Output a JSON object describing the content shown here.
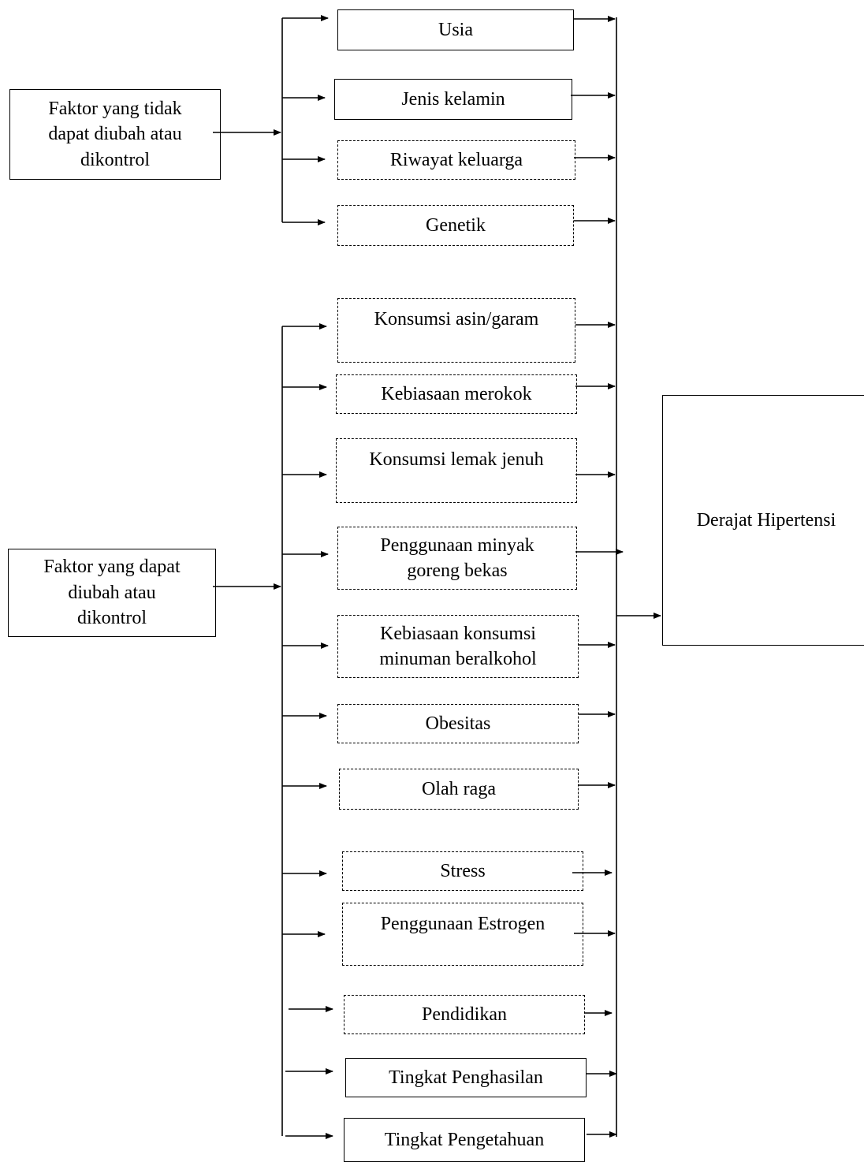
{
  "diagram": {
    "source_fixed": "Faktor  yang tidak\ndapat diubah atau\ndikontrol",
    "source_modifiable": "Faktor yang dapat\ndiubah atau\ndikontrol",
    "target": "Derajat Hipertensi",
    "fixed_factors": [
      {
        "label": "Usia",
        "border": "solid"
      },
      {
        "label": "Jenis  kelamin",
        "border": "solid"
      },
      {
        "label": "Riwayat  keluarga",
        "border": "dashed"
      },
      {
        "label": "Genetik",
        "border": "dashed"
      }
    ],
    "modifiable_factors": [
      {
        "label": "Konsumsi asin/garam",
        "border": "dashed"
      },
      {
        "label": "Kebiasaan merokok",
        "border": "dashed"
      },
      {
        "label": "Konsumsi lemak jenuh",
        "border": "dashed"
      },
      {
        "label": "Penggunaan minyak\ngoreng bekas",
        "border": "dashed"
      },
      {
        "label": "Kebiasaan  konsumsi\nminuman  beralkohol",
        "border": "dashed"
      },
      {
        "label": "Obesitas",
        "border": "dashed"
      },
      {
        "label": "Olah raga",
        "border": "dashed"
      },
      {
        "label": "Stress",
        "border": "dashed"
      },
      {
        "label": "Penggunaan Estrogen",
        "border": "dashed"
      },
      {
        "label": "Pendidikan",
        "border": "dashed"
      },
      {
        "label": "Tingkat  Penghasilan",
        "border": "solid"
      },
      {
        "label": "Tingkat Pengetahuan",
        "border": "solid"
      }
    ]
  }
}
